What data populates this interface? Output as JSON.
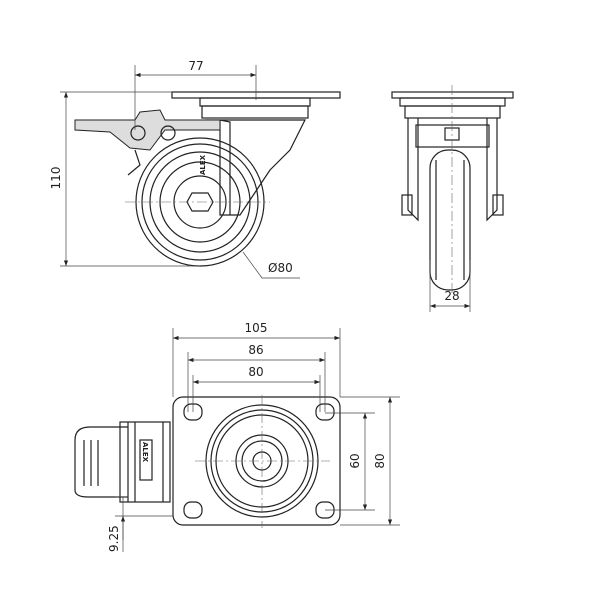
{
  "drawing": {
    "side_view": {
      "width_offset": "77",
      "height": "110",
      "wheel_diameter": "Ø80",
      "brand": "ALEX"
    },
    "front_view": {
      "wheel_width": "28"
    },
    "top_view": {
      "plate_length": "105",
      "hole_spacing_outer": "86",
      "hole_spacing_inner": "80",
      "hole_spacing_vertical": "60",
      "plate_width": "80",
      "brake_offset": "9.25",
      "brand": "ALEX"
    }
  }
}
